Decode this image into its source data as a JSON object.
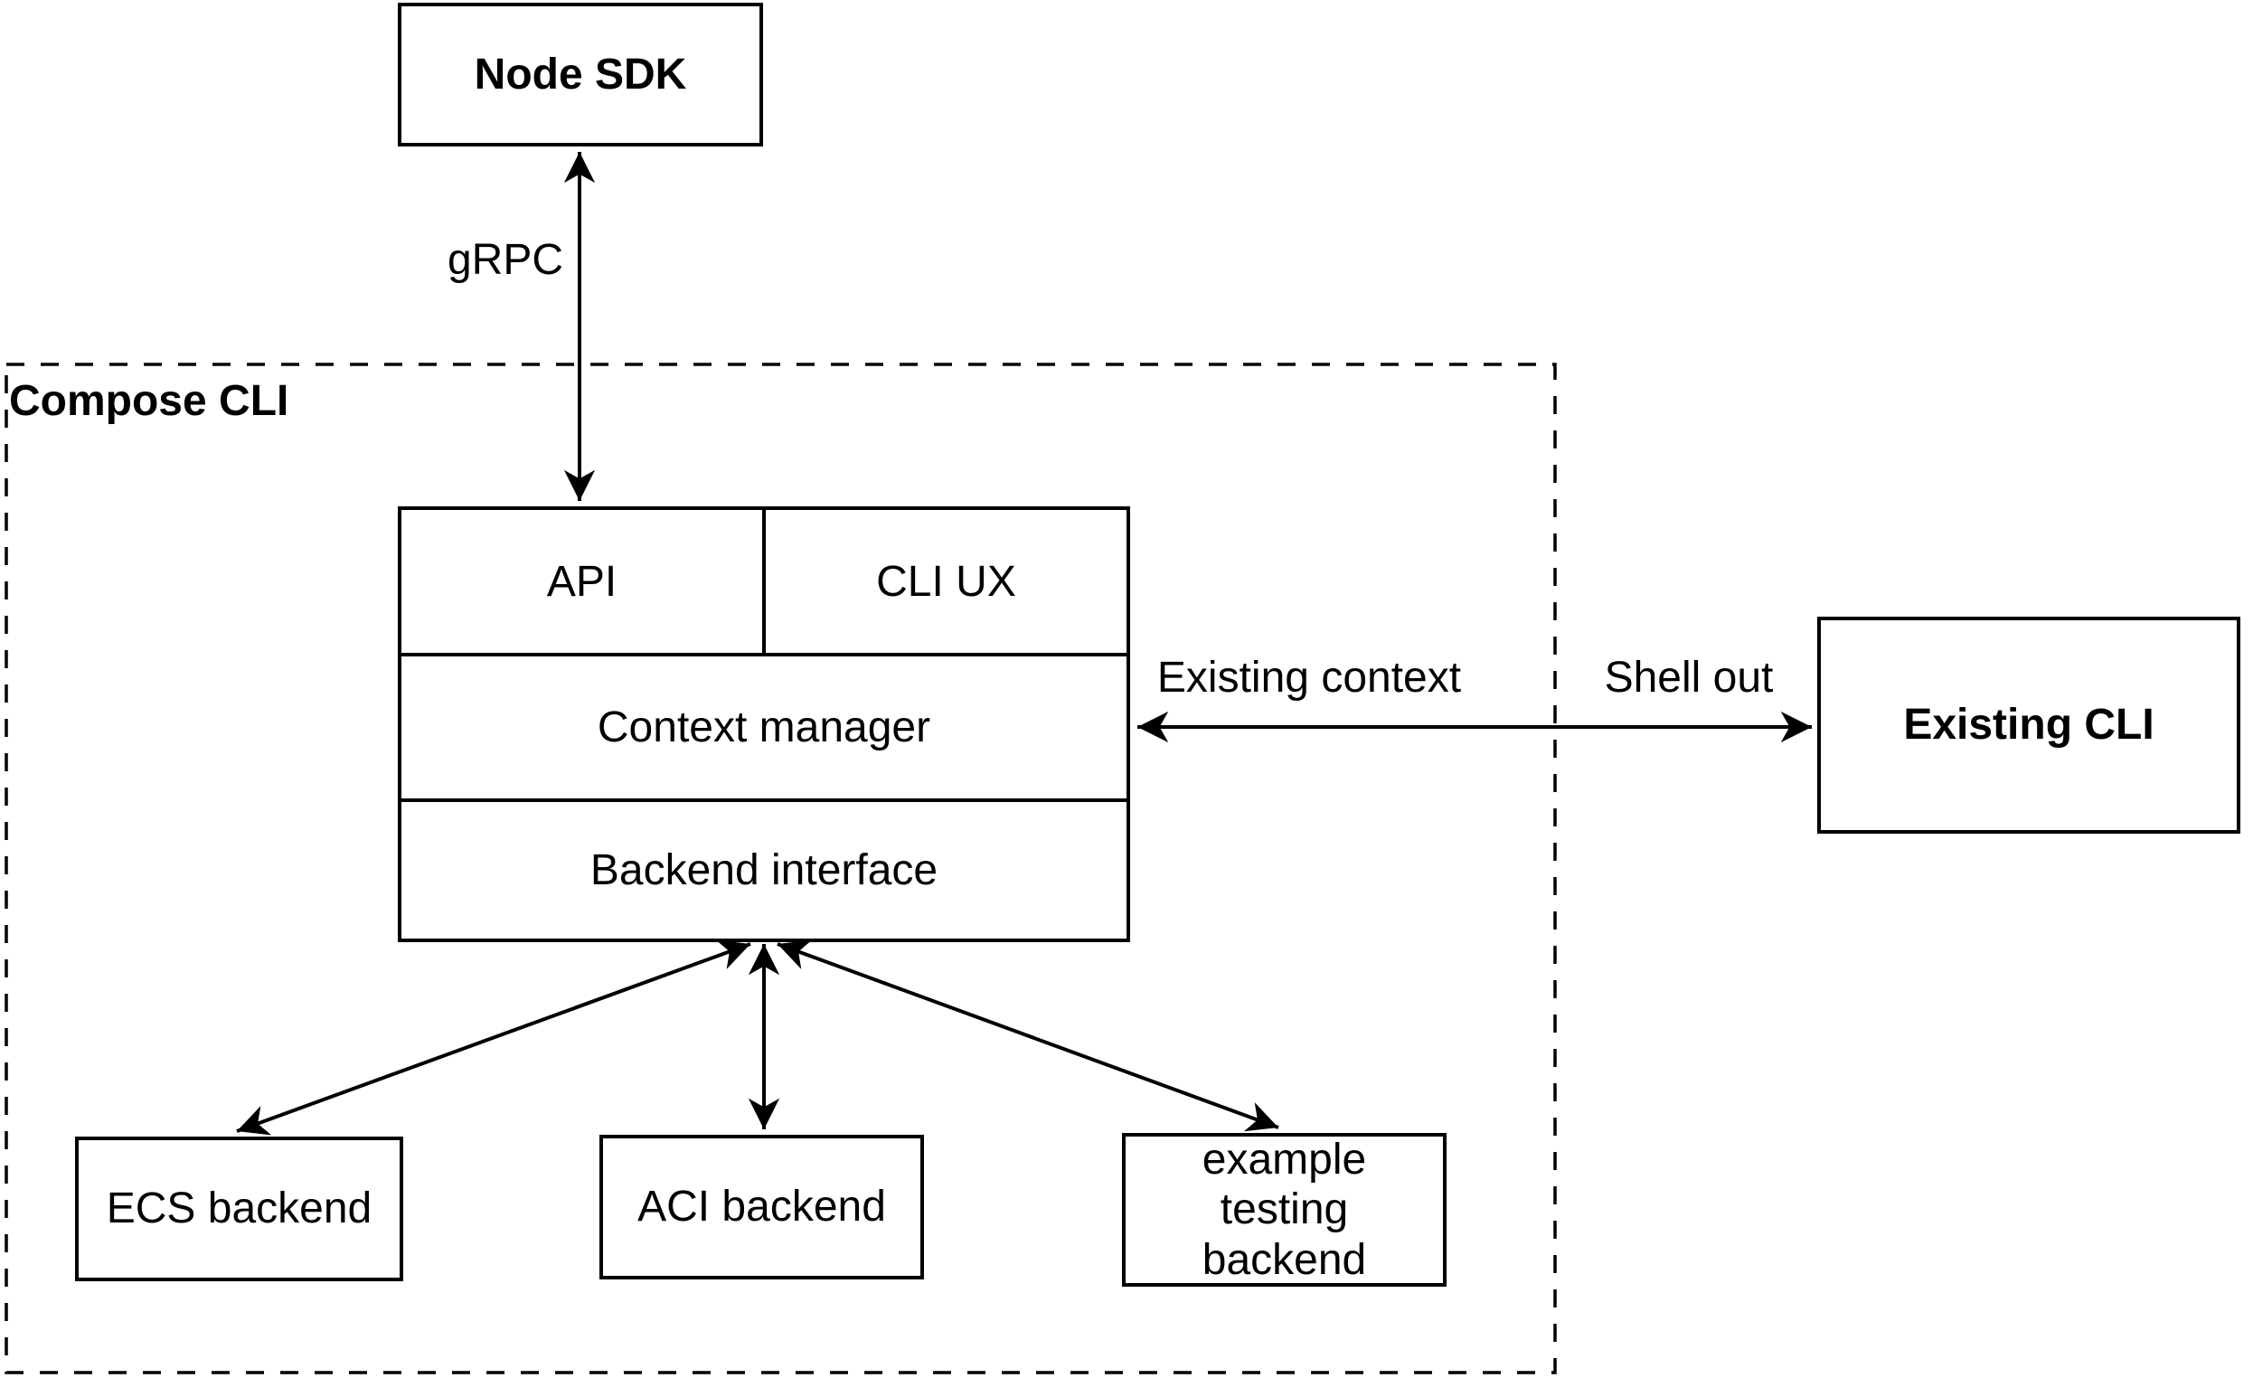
{
  "diagram": {
    "container": {
      "label": "Compose CLI"
    },
    "nodes": {
      "node_sdk": {
        "label": "Node SDK"
      },
      "api": {
        "label": "API"
      },
      "cli_ux": {
        "label": "CLI UX"
      },
      "context_manager": {
        "label": "Context manager"
      },
      "backend_interface": {
        "label": "Backend interface"
      },
      "existing_cli": {
        "label": "Existing CLI"
      },
      "ecs_backend": {
        "label": "ECS backend"
      },
      "aci_backend": {
        "label": "ACI backend"
      },
      "example_testing_backend": {
        "label": "example testing backend"
      }
    },
    "edges": {
      "grpc": {
        "label": "gRPC",
        "type": "double-arrow"
      },
      "existing_context": {
        "label": "Existing context",
        "type": "double-arrow"
      },
      "shell_out": {
        "label": "Shell out",
        "type": "double-arrow"
      },
      "backend_ecs": {
        "label": "",
        "type": "double-arrow"
      },
      "backend_aci": {
        "label": "",
        "type": "double-arrow"
      },
      "backend_example": {
        "label": "",
        "type": "double-arrow"
      }
    },
    "colors": {
      "stroke": "#000000",
      "background": "#ffffff",
      "text": "#000000"
    }
  }
}
